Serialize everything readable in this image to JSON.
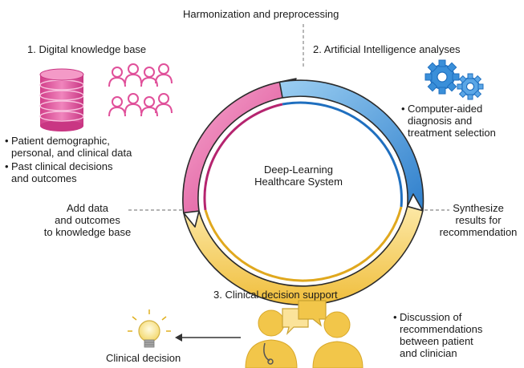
{
  "diagram": {
    "top_label": "Harmonization and preprocessing",
    "center_label_line1": "Deep-Learning",
    "center_label_line2": "Healthcare System",
    "section1": {
      "title": "1. Digital knowledge base",
      "bullets": [
        [
          "Patient demographic,",
          "personal, and clinical data"
        ],
        [
          "Past clinical decisions",
          "and outcomes"
        ]
      ],
      "feedback": [
        "Add data",
        "and outcomes",
        "to knowledge base"
      ]
    },
    "section2": {
      "title": "2. Artificial Intelligence analyses",
      "bullets": [
        [
          "Computer-aided",
          "diagnosis and",
          "treatment selection"
        ]
      ],
      "synthesize": [
        "Synthesize",
        "results for",
        "recommendation"
      ]
    },
    "section3": {
      "title": "3. Clinical decision support",
      "bullets": [
        [
          "Discussion of",
          "recommendations",
          "between patient",
          "and clinician"
        ]
      ],
      "clinical_decision": "Clinical decision"
    },
    "colors": {
      "pink": "#e0509a",
      "pink_light": "#f4a3cc",
      "blue": "#3a8fd9",
      "blue_light": "#8cc4ee",
      "yellow": "#f2c64a",
      "yellow_light": "#fbe39a",
      "outline": "#2b2b2b"
    },
    "icons": [
      "database-icon",
      "people-group-icon",
      "gears-icon",
      "lightbulb-icon",
      "clinician-icon",
      "patient-icon",
      "speech-bubbles-icon"
    ]
  }
}
